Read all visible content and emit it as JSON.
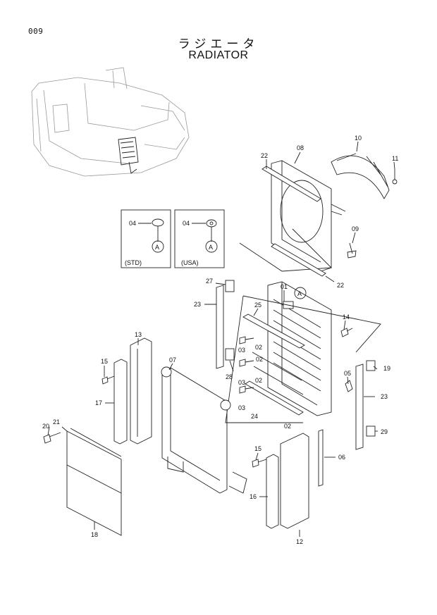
{
  "page_number": "009",
  "title_jp": "ラジエータ",
  "title_en": "RADIATOR",
  "insets": [
    {
      "part_label": "04",
      "ref_letter": "A",
      "caption": "(STD)"
    },
    {
      "part_label": "04",
      "ref_letter": "A",
      "caption": "(USA)"
    }
  ],
  "ref_marker": "A",
  "labels": {
    "p01": "01",
    "p02a": "02",
    "p02b": "02",
    "p02c": "02",
    "p02d": "02",
    "p03a": "03",
    "p03b": "03",
    "p03c": "03",
    "p05": "05",
    "p06": "06",
    "p07": "07",
    "p08": "08",
    "p09": "09",
    "p10": "10",
    "p11": "11",
    "p12": "12",
    "p13": "13",
    "p14": "14",
    "p15a": "15",
    "p15b": "15",
    "p16": "16",
    "p17": "17",
    "p18": "18",
    "p19": "19",
    "p20": "20",
    "p21": "21",
    "p22a": "22",
    "p22b": "22",
    "p23a": "23",
    "p23b": "23",
    "p24": "24",
    "p25": "25",
    "p27": "27",
    "p28": "28",
    "p29": "29"
  }
}
